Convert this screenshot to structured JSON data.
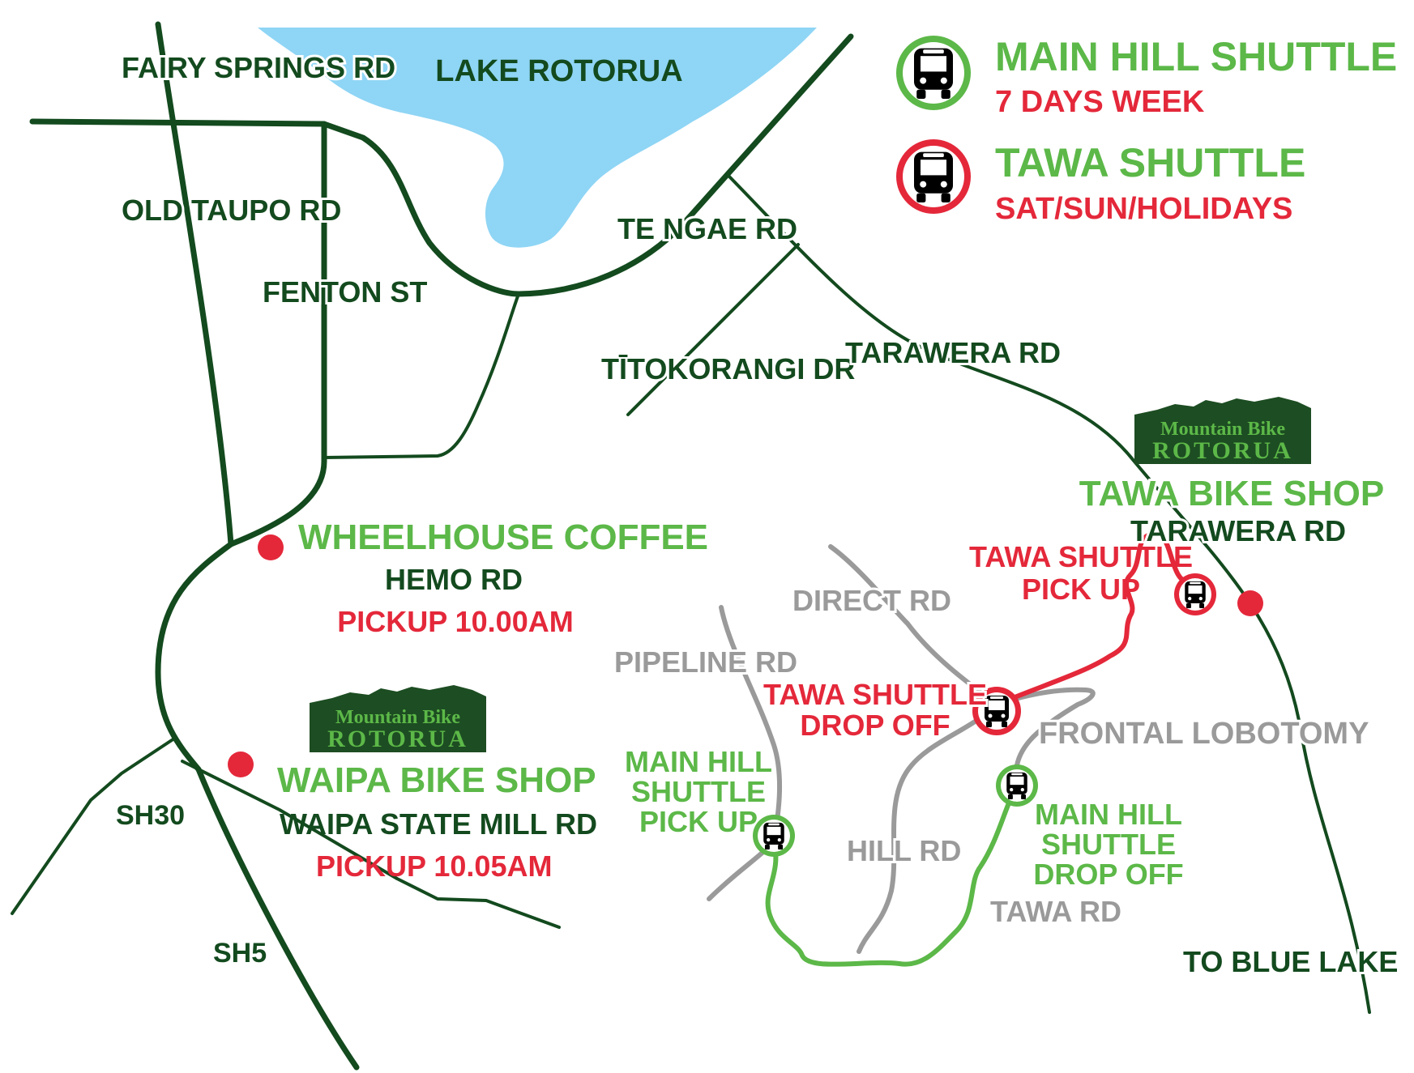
{
  "colors": {
    "road": "#134a1e",
    "minor_road": "#9a9a9a",
    "lake": "#8fd5f5",
    "accent_green": "#5cb848",
    "accent_red": "#e4283a",
    "logo_bg": "#1d4d22"
  },
  "legend": {
    "main": {
      "title": "MAIN HILL SHUTTLE",
      "sub": "7 DAYS WEEK",
      "icon": "bus-icon"
    },
    "tawa": {
      "title": "TAWA SHUTTLE",
      "sub": "SAT/SUN/HOLIDAYS",
      "icon": "bus-icon"
    }
  },
  "roads": {
    "fairy_springs": "FAIRY SPRINGS RD",
    "lake": "LAKE ROTORUA",
    "old_taupo": "OLD TAUPO RD",
    "fenton": "FENTON ST",
    "te_ngae": "TE NGAE RD",
    "titokorangi": "TĪTOKORANGI DR",
    "tarawera": "TARAWERA RD",
    "sh30": "SH30",
    "sh5": "SH5",
    "direct": "DIRECT RD",
    "pipeline": "PIPELINE RD",
    "frontal": "FRONTAL LOBOTOMY",
    "hill": "HILL RD",
    "tawa_rd": "TAWA RD",
    "blue_lake": "TO BLUE LAKE"
  },
  "places": {
    "wheelhouse": {
      "name": "WHEELHOUSE COFFEE",
      "road": "HEMO RD",
      "pickup": "PICKUP 10.00AM"
    },
    "waipa": {
      "name": "WAIPA BIKE SHOP",
      "road": "WAIPA STATE MILL RD",
      "pickup": "PICKUP 10.05AM"
    },
    "tawa_shop": {
      "name": "TAWA BIKE SHOP",
      "road": "TARAWERA RD"
    }
  },
  "logo": {
    "line1": "Mountain Bike",
    "line2": "ROTORUA"
  },
  "stops": {
    "tawa_pickup": [
      "TAWA SHUTTLE",
      "PICK UP"
    ],
    "tawa_dropoff": [
      "TAWA SHUTTLE",
      "DROP OFF"
    ],
    "main_pickup": [
      "MAIN HILL",
      "SHUTTLE",
      "PICK UP"
    ],
    "main_dropoff": [
      "MAIN HILL",
      "SHUTTLE",
      "DROP OFF"
    ]
  }
}
